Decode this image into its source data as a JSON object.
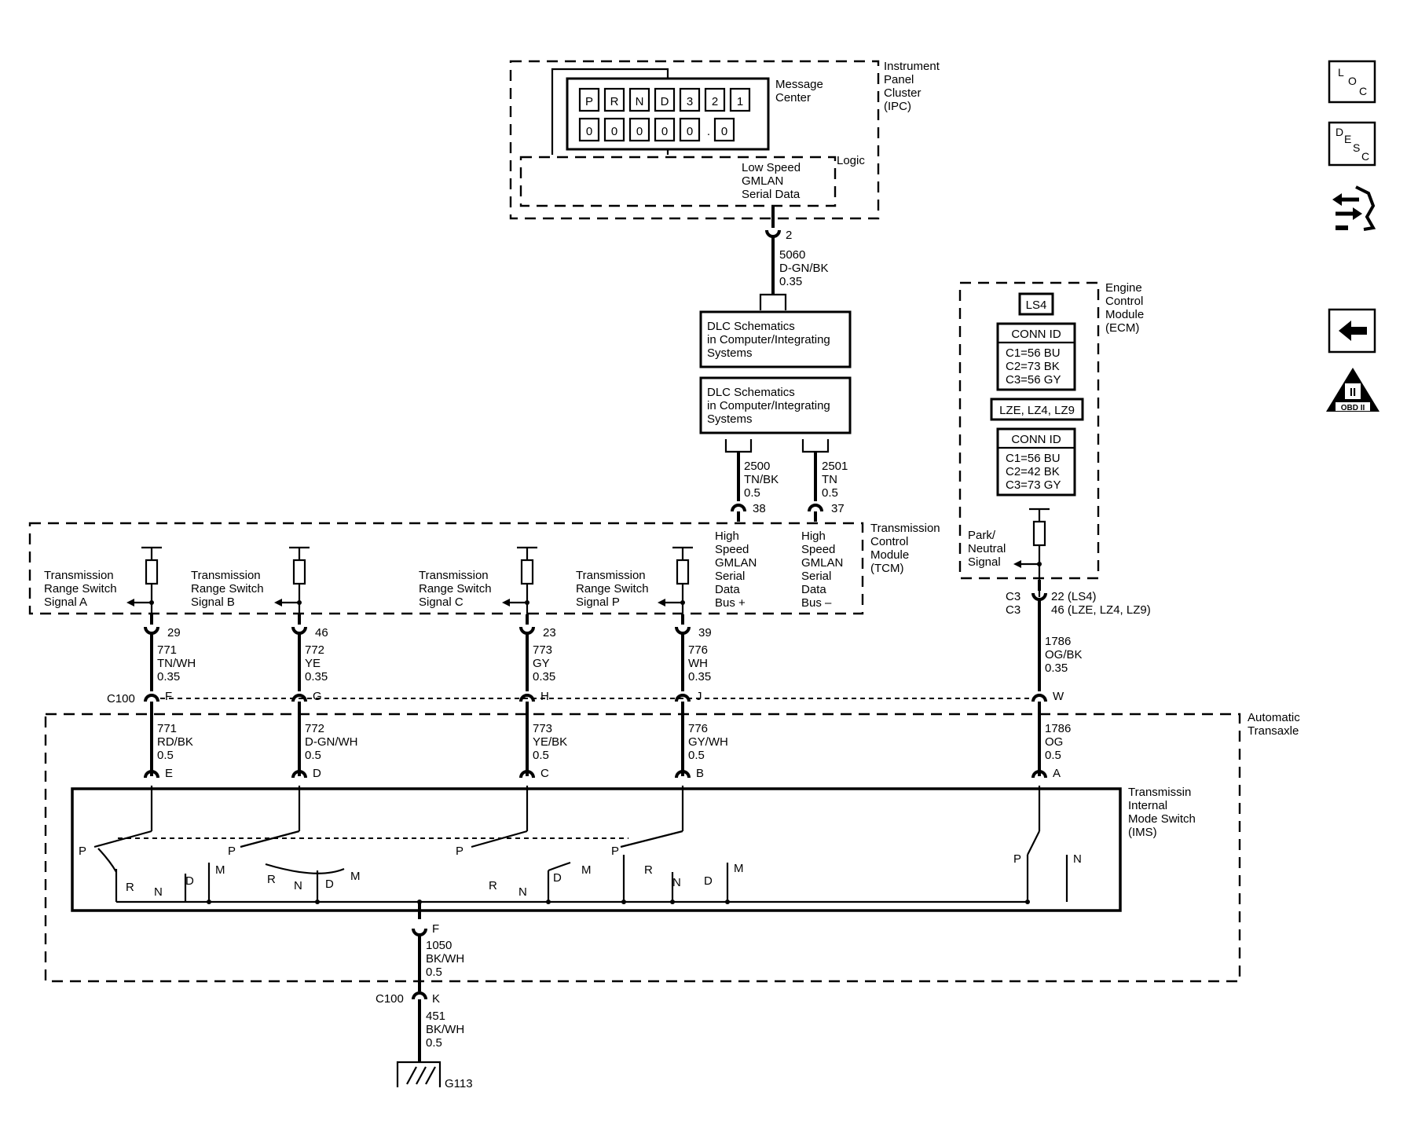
{
  "ipc": {
    "module": [
      "Instrument",
      "Panel",
      "Cluster",
      "(IPC)"
    ],
    "message_center": [
      "Message",
      "Center"
    ],
    "logic": "Logic",
    "gmlan": [
      "Low Speed",
      "GMLAN",
      "Serial Data"
    ],
    "display_row1": [
      "P",
      "R",
      "N",
      "D",
      "3",
      "2",
      "1"
    ],
    "display_row2": [
      "0",
      "0",
      "0",
      "0",
      "0",
      ".",
      "0"
    ]
  },
  "dlc_wire": {
    "pin": "2",
    "circuit": "5060",
    "color": "D-GN/BK",
    "size": "0.35"
  },
  "dlc_box1": [
    "DLC Schematics",
    "in Computer/Integrating",
    "Systems"
  ],
  "dlc_box2": [
    "DLC Schematics",
    "in Computer/Integrating",
    "Systems"
  ],
  "can_hi": {
    "circuit": "2500",
    "color": "TN/BK",
    "size": "0.5",
    "pin": "38",
    "label": [
      "High",
      "Speed",
      "GMLAN",
      "Serial",
      "Data",
      "Bus +"
    ]
  },
  "can_lo": {
    "circuit": "2501",
    "color": "TN",
    "size": "0.5",
    "pin": "37",
    "label": [
      "High",
      "Speed",
      "GMLAN",
      "Serial",
      "Data",
      "Bus –"
    ]
  },
  "tcm": {
    "module": [
      "Transmission",
      "Control",
      "Module",
      "(TCM)"
    ]
  },
  "ecm": {
    "module": [
      "Engine",
      "Control",
      "Module",
      "(ECM)"
    ],
    "engine1": "LS4",
    "conn_id1_title": "CONN ID",
    "conn_id1": [
      "C1=56 BU",
      "C2=73 BK",
      "C3=56 GY"
    ],
    "engine2": "LZE, LZ4, LZ9",
    "conn_id2_title": "CONN ID",
    "conn_id2": [
      "C1=56 BU",
      "C2=42 BK",
      "C3=73 GY"
    ],
    "signal": [
      "Park/",
      "Neutral",
      "Signal"
    ],
    "conn": [
      "C3",
      "C3"
    ],
    "pins": [
      "22 (LS4)",
      "46 (LZE, LZ4, LZ9)"
    ]
  },
  "signals": [
    {
      "label": [
        "Transmission",
        "Range Switch",
        "Signal A"
      ],
      "tcm_pin": "29",
      "circuit": "771",
      "color": "TN/WH",
      "size": "0.35",
      "c100_pin": "F",
      "inner_circuit": "771",
      "inner_color": "RD/BK",
      "inner_size": "0.5",
      "ims_pin": "E"
    },
    {
      "label": [
        "Transmission",
        "Range Switch",
        "Signal B"
      ],
      "tcm_pin": "46",
      "circuit": "772",
      "color": "YE",
      "size": "0.35",
      "c100_pin": "G",
      "inner_circuit": "772",
      "inner_color": "D-GN/WH",
      "inner_size": "0.5",
      "ims_pin": "D"
    },
    {
      "label": [
        "Transmission",
        "Range Switch",
        "Signal C"
      ],
      "tcm_pin": "23",
      "circuit": "773",
      "color": "GY",
      "size": "0.35",
      "c100_pin": "H",
      "inner_circuit": "773",
      "inner_color": "YE/BK",
      "inner_size": "0.5",
      "ims_pin": "C"
    },
    {
      "label": [
        "Transmission",
        "Range Switch",
        "Signal P"
      ],
      "tcm_pin": "39",
      "circuit": "776",
      "color": "WH",
      "size": "0.35",
      "c100_pin": "J",
      "inner_circuit": "776",
      "inner_color": "GY/WH",
      "inner_size": "0.5",
      "ims_pin": "B"
    }
  ],
  "pn_wire": {
    "circuit": "1786",
    "color": "OG/BK",
    "size": "0.35",
    "c100_pin": "W",
    "inner_circuit": "1786",
    "inner_color": "OG",
    "inner_size": "0.5",
    "ims_pin": "A"
  },
  "c100": "C100",
  "transaxle": [
    "Automatic",
    "Transaxle"
  ],
  "ims": [
    "Transmissin",
    "Internal",
    "Mode Switch",
    "(IMS)"
  ],
  "switch_letters": {
    "a": [
      "P",
      "R",
      "N",
      "D",
      "M"
    ],
    "b": [
      "P",
      "R",
      "N",
      "D",
      "M"
    ],
    "c": [
      "P",
      "R",
      "N",
      "D",
      "M"
    ],
    "d": [
      "P",
      "R",
      "N",
      "D",
      "M"
    ],
    "pn": [
      "P",
      "N"
    ]
  },
  "ground_wire": {
    "ims_pin": "F",
    "circuit": "1050",
    "color": "BK/WH",
    "size": "0.5",
    "c100_pin": "K",
    "circuit2": "451",
    "color2": "BK/WH",
    "size2": "0.5",
    "ground": "G113"
  },
  "side_icons": {
    "loc": [
      "L",
      "O",
      "C"
    ],
    "desc": [
      "D",
      "E",
      "S",
      "C"
    ],
    "obd": "OBD II",
    "obd_roman": "II",
    "icons": [
      "loc-icon",
      "desc-icon",
      "schematic-flow-icon",
      "back-arrow-icon",
      "obd-ii-icon"
    ]
  }
}
